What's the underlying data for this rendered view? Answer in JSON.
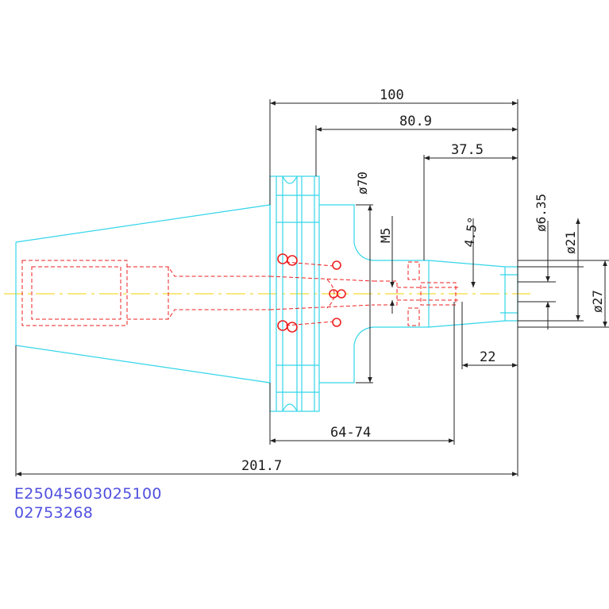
{
  "dimensions": {
    "overall_length": "100",
    "flange_to_tip": "80.9",
    "nose_length": "37.5",
    "flange_diameter": "ø70",
    "thread": "M5",
    "taper_angle": "4.5°",
    "bore_diameter": "ø6.35",
    "nose_small_diameter": "ø21",
    "nose_large_diameter": "ø27",
    "nose_step": "22",
    "clamp_range": "64-74",
    "total_length": "201.7"
  },
  "codes": {
    "article_number": "E25045603025100",
    "order_number": "02753268"
  },
  "colors": {
    "outline": "#33d6e8",
    "hidden": "#ee2020",
    "centerline": "#f0d000",
    "dimension": "#222222",
    "code_text": "#5050e0"
  }
}
